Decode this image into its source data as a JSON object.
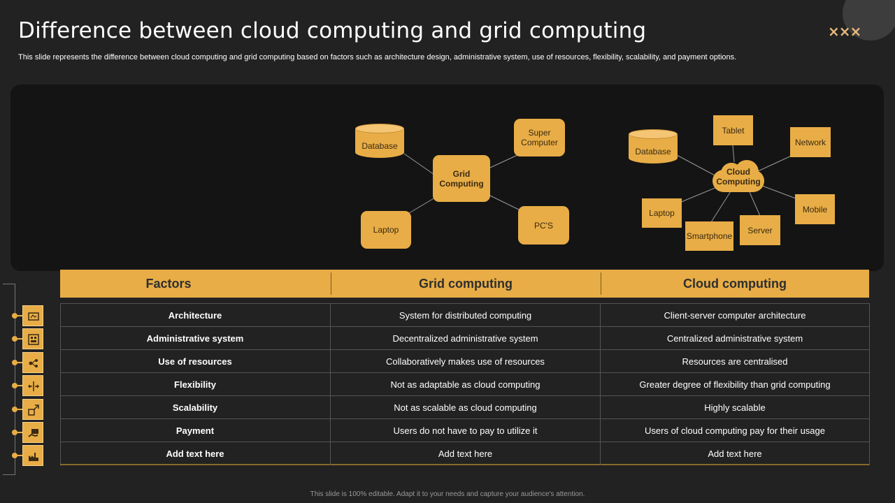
{
  "header": {
    "title": "Difference between cloud computing and grid computing",
    "subtitle": "This slide represents the difference between cloud computing and grid computing based on factors such as architecture design, administrative system, use of resources, flexibility, scalability, and payment options.",
    "decoration": "×××"
  },
  "grid_diagram": {
    "center": "Grid Computing",
    "database": "Database",
    "super_computer": "Super Computer",
    "laptop": "Laptop",
    "pcs": "PC'S"
  },
  "cloud_diagram": {
    "center": "Cloud Computing",
    "database": "Database",
    "tablet": "Tablet",
    "network": "Network",
    "laptop": "Laptop",
    "mobile": "Mobile",
    "smartphone": "Smartphone",
    "server": "Server"
  },
  "table": {
    "headers": [
      "Factors",
      "Grid computing",
      "Cloud computing"
    ],
    "rows": [
      {
        "factor": "Architecture",
        "grid": "System for distributed computing",
        "cloud": "Client-server  computer architecture",
        "icon": "architecture-icon"
      },
      {
        "factor": "Administrative system",
        "grid": "Decentralized administrative system",
        "cloud": "Centralized administrative system",
        "icon": "admin-system-icon"
      },
      {
        "factor": "Use of resources",
        "grid": "Collaboratively  makes use of resources",
        "cloud": "Resources are centralised",
        "icon": "resources-icon"
      },
      {
        "factor": "Flexibility",
        "grid": "Not as adaptable  as cloud computing",
        "cloud": "Greater degree of flexibility than grid computing",
        "icon": "flexibility-icon"
      },
      {
        "factor": "Scalability",
        "grid": "Not as scalable as cloud computing",
        "cloud": "Highly scalable",
        "icon": "scalability-icon"
      },
      {
        "factor": "Payment",
        "grid": "Users do not have to pay to utilize it",
        "cloud": "Users of cloud computing pay for their usage",
        "icon": "payment-icon"
      },
      {
        "factor": "Add text here",
        "grid": "Add text here",
        "cloud": "Add text here",
        "icon": "factory-icon"
      }
    ]
  },
  "footer": "This slide is 100% editable. Adapt it to your needs and capture your audience's attention.",
  "colors": {
    "background": "#222222",
    "panel": "#141414",
    "accent": "#e8ad46",
    "text": "#ffffff"
  }
}
